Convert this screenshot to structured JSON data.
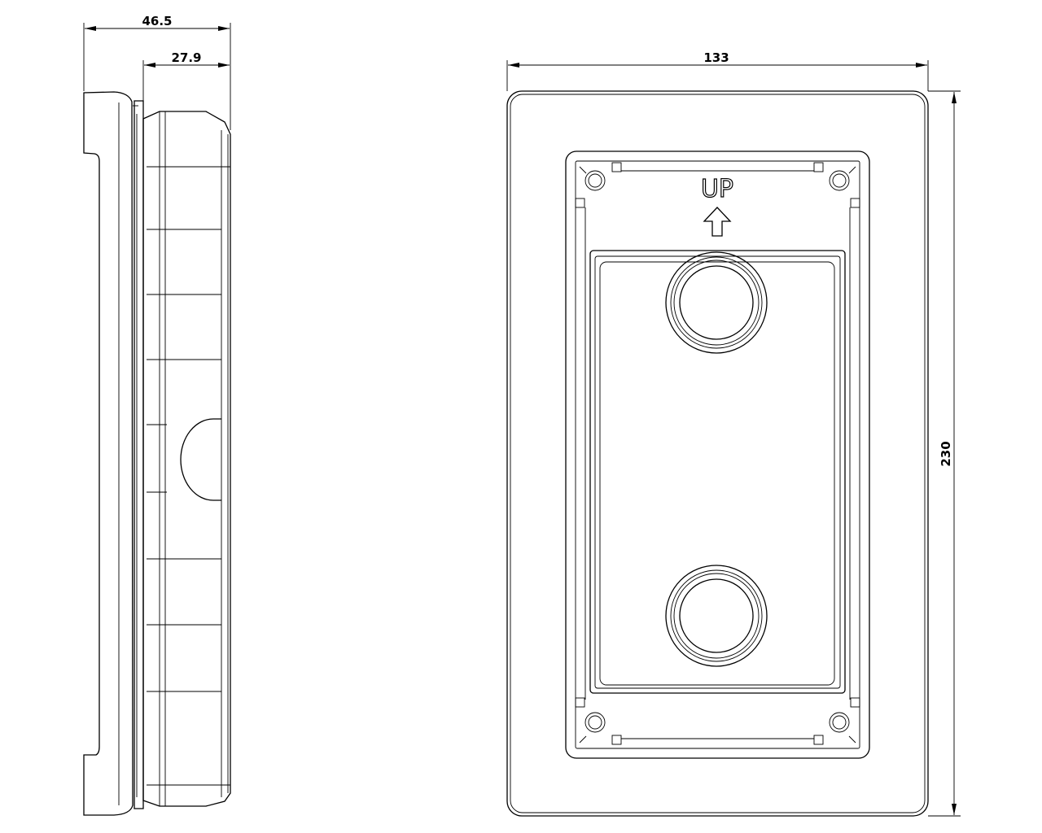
{
  "dimensions": {
    "overall_depth": "46.5",
    "body_depth": "27.9",
    "width": "133",
    "height": "230"
  },
  "front_view": {
    "orientation_label": "UP",
    "orientation_icon": "arrow-up-icon"
  },
  "colors": {
    "line": "#000000",
    "background": "#ffffff"
  }
}
